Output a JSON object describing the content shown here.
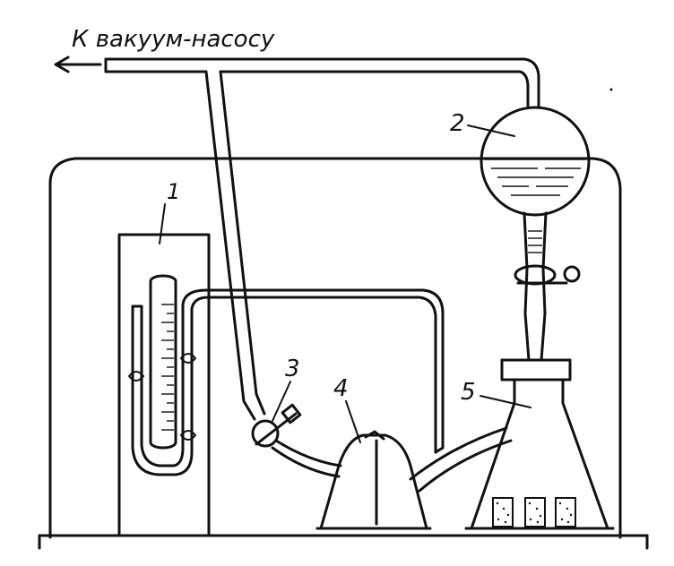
{
  "caption": "К вакуум-насосу",
  "labels": {
    "manometer": "1",
    "funnel": "2",
    "stopcock": "3",
    "center_flask": "4",
    "right_flask": "5"
  }
}
